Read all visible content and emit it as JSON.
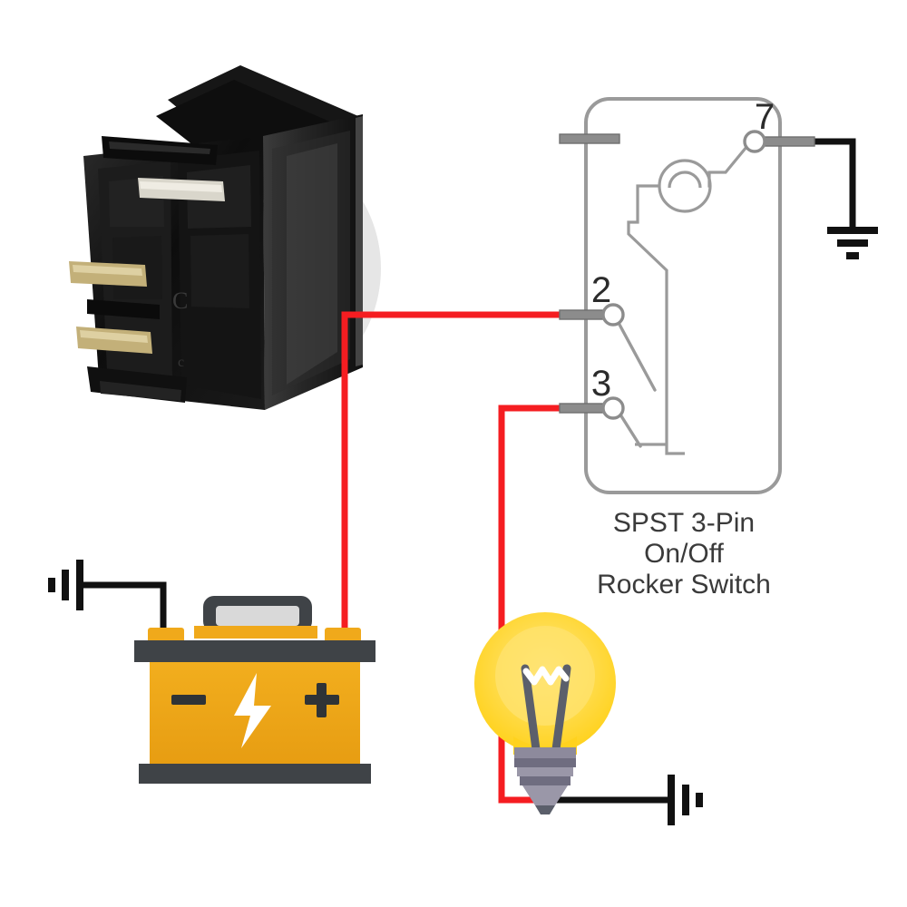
{
  "diagram": {
    "title_lines": [
      "SPST 3-Pin",
      "On/Off",
      "Rocker Switch"
    ],
    "terminal_labels": {
      "t2": "2",
      "t3": "3",
      "t7": "7"
    },
    "battery": {
      "negative_label": "–",
      "positive_label": "+"
    },
    "colors": {
      "wire_power": "#f51d21",
      "wire_ground": "#111111",
      "switch_outline": "#8c8c8c",
      "terminal_stub": "#8c8c8c",
      "battery_body": "#f0a91b",
      "battery_dark": "#3f4347",
      "battery_top": "#d9d9d9",
      "bulb_glass": "#ffd21e",
      "bulb_glow": "#ffe066",
      "bulb_base": "#8d8a9c",
      "photo_circle": "#e6e6e6",
      "switch_photo_body": "#121212",
      "text": "#333333"
    },
    "components": {
      "rocker_photo": "rocker-switch-photo",
      "schematic": "spst-switch-schematic",
      "battery": "car-battery",
      "lamp": "light-bulb",
      "ground_top": "ground-symbol-switch",
      "ground_battery": "ground-symbol-battery",
      "ground_lamp": "ground-symbol-lamp"
    }
  }
}
